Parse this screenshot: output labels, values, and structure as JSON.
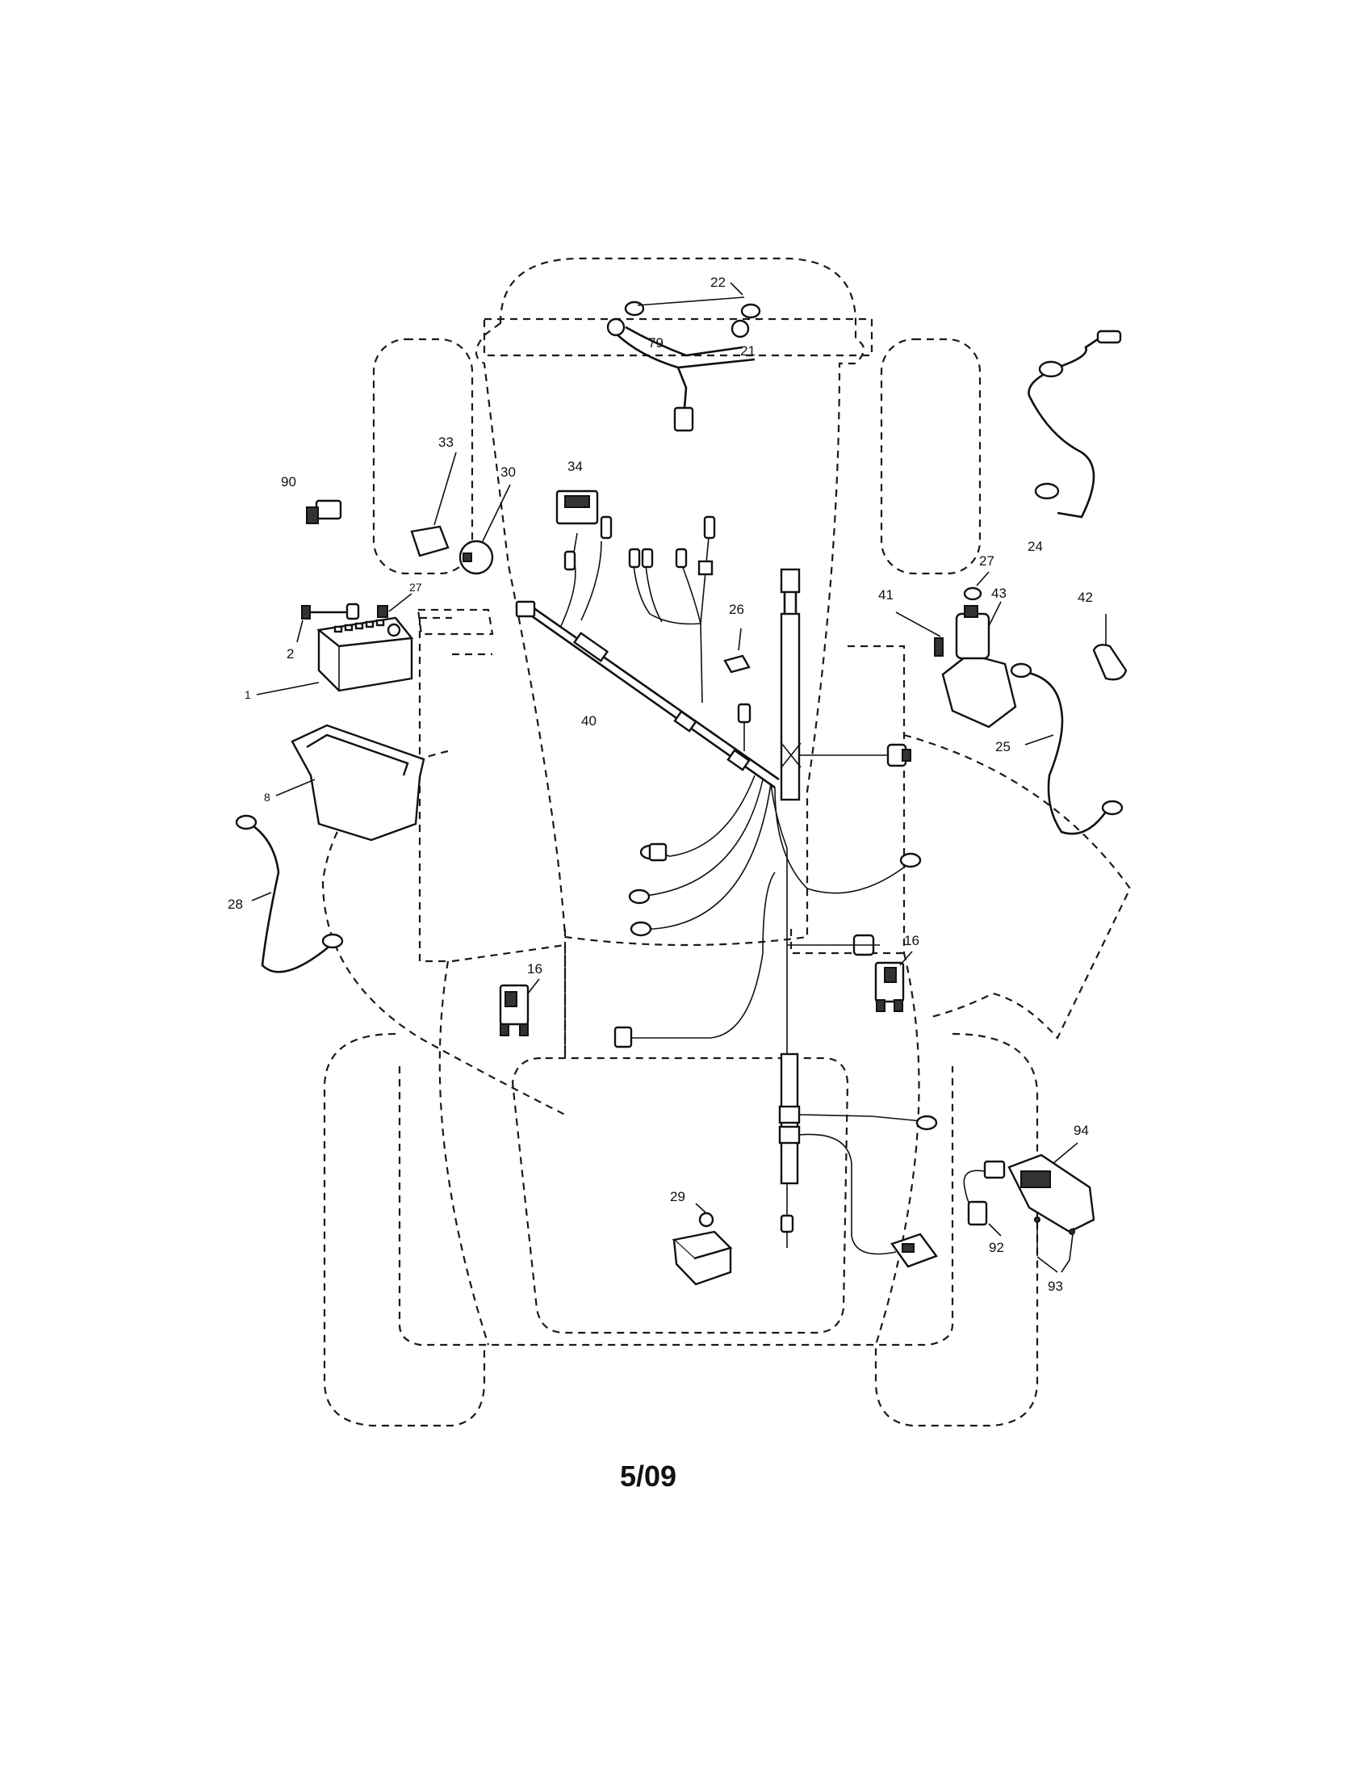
{
  "labels": {
    "l1": "1",
    "l2": "2",
    "l8": "8",
    "l16a": "16",
    "l16b": "16",
    "l21": "21",
    "l22": "22",
    "l24": "24",
    "l25": "25",
    "l26": "26",
    "l27a": "27",
    "l27b": "27",
    "l28": "28",
    "l29": "29",
    "l30": "30",
    "l33": "33",
    "l34": "34",
    "l40": "40",
    "l41": "41",
    "l42": "42",
    "l43": "43",
    "l79": "79",
    "l90": "90",
    "l92": "92",
    "l93": "93",
    "l94": "94"
  },
  "footer": {
    "date_code": "5/09"
  }
}
